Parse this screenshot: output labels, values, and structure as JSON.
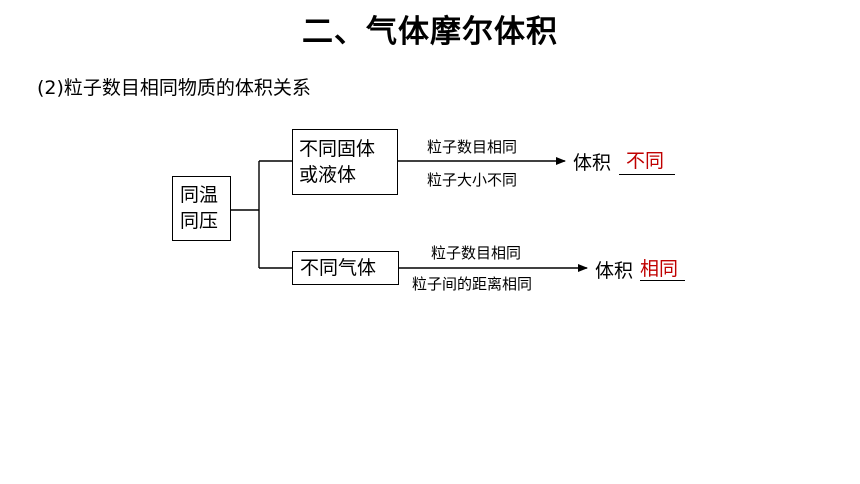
{
  "header": {
    "title": "二、气体摩尔体积",
    "subtitle": "(2)粒子数目相同物质的体积关系"
  },
  "diagram": {
    "root": {
      "line1": "同温",
      "line2": "同压"
    },
    "branch_top": {
      "line1": "不同固体",
      "line2": "或液体",
      "condition_above": "粒子数目相同",
      "condition_below": "粒子大小不同",
      "result_label": "体积",
      "answer": "不同",
      "answer_color": "#c00000"
    },
    "branch_bottom": {
      "label": "不同气体",
      "condition_above": "粒子数目相同",
      "condition_below": "粒子间的距离相同",
      "result_label": "体积",
      "answer": "相同",
      "answer_color": "#c00000"
    }
  }
}
